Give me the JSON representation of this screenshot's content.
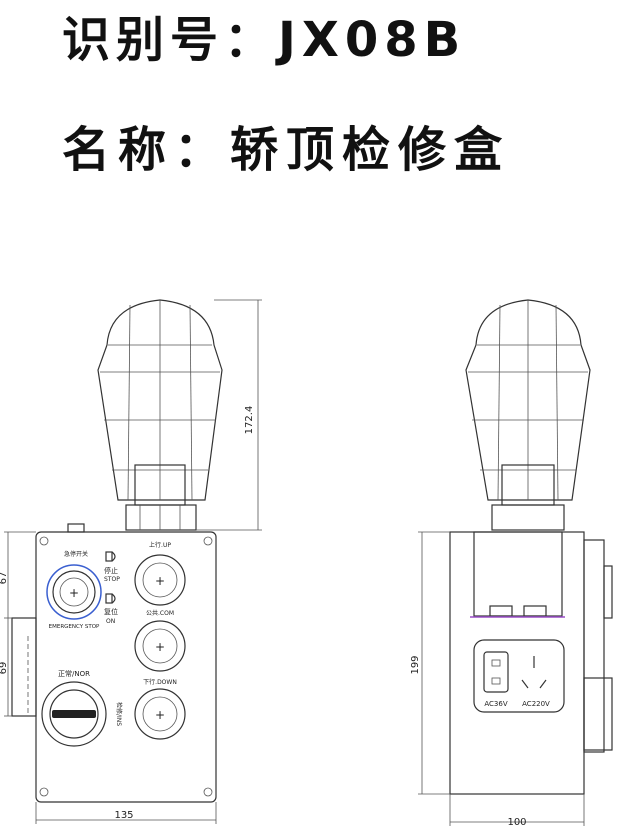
{
  "header": {
    "id_line": "识别号：JX08B",
    "name_line": "名称：轿顶检修盒"
  },
  "front": {
    "dims": {
      "height_lamp": "172.4",
      "width": "135",
      "side_top": "67",
      "side_mid": "69"
    },
    "estop": {
      "label": "急停开关",
      "caption": "EMERGENCY STOP"
    },
    "stop_label": [
      "停止",
      "STOP"
    ],
    "reset_label": [
      "复位",
      "ON"
    ],
    "buttons": [
      {
        "label": "上行.UP"
      },
      {
        "label": "公共.COM"
      },
      {
        "label": "下行.DOWN"
      }
    ],
    "selector": {
      "label": "正常/NOR",
      "side_label": "检修/INS"
    }
  },
  "side": {
    "dims": {
      "height": "199",
      "width": "100"
    },
    "sockets": [
      {
        "label": "AC36V"
      },
      {
        "label": "AC220V"
      }
    ]
  },
  "colors": {
    "line": "#333333",
    "accent_purple": "#9b4fc9",
    "accent_blue": "#3a5fd0"
  }
}
